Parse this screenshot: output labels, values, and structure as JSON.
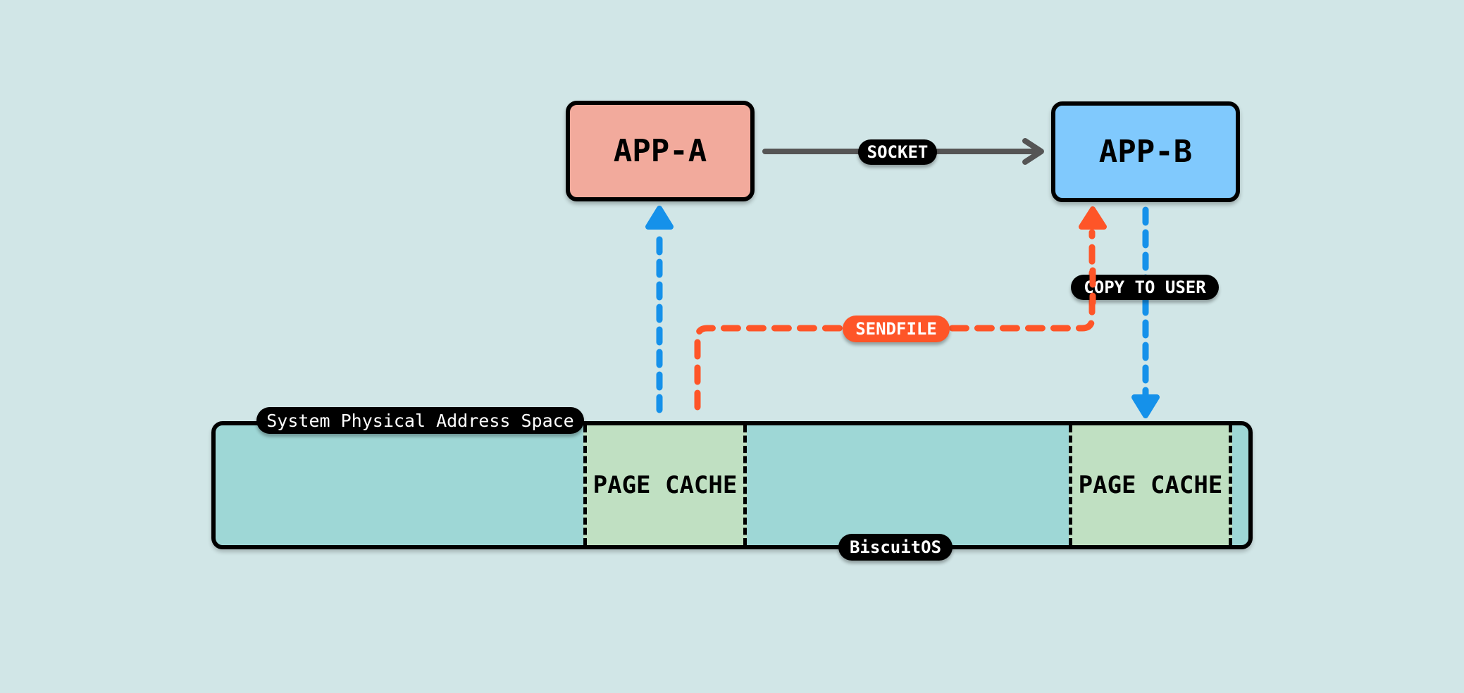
{
  "diagram": {
    "nodes": {
      "app_a": "APP-A",
      "app_b": "APP-B"
    },
    "memory": {
      "label": "System Physical Address Space",
      "footer": "BiscuitOS",
      "regions": [
        "PAGE CACHE",
        "PAGE CACHE"
      ]
    },
    "edges": {
      "socket": "SOCKET",
      "sendfile": "SENDFILE",
      "copy_to_user": "COPY TO USER"
    },
    "colors": {
      "background": "#d1e6e7",
      "app_a": "#f2aa9c",
      "app_b": "#80c9fd",
      "memory": "#9ed7d6",
      "page_cache": "#c0e0c2",
      "blue_arrow": "#1591ea",
      "orange_arrow": "#fe5528",
      "socket_arrow": "#555555"
    }
  }
}
